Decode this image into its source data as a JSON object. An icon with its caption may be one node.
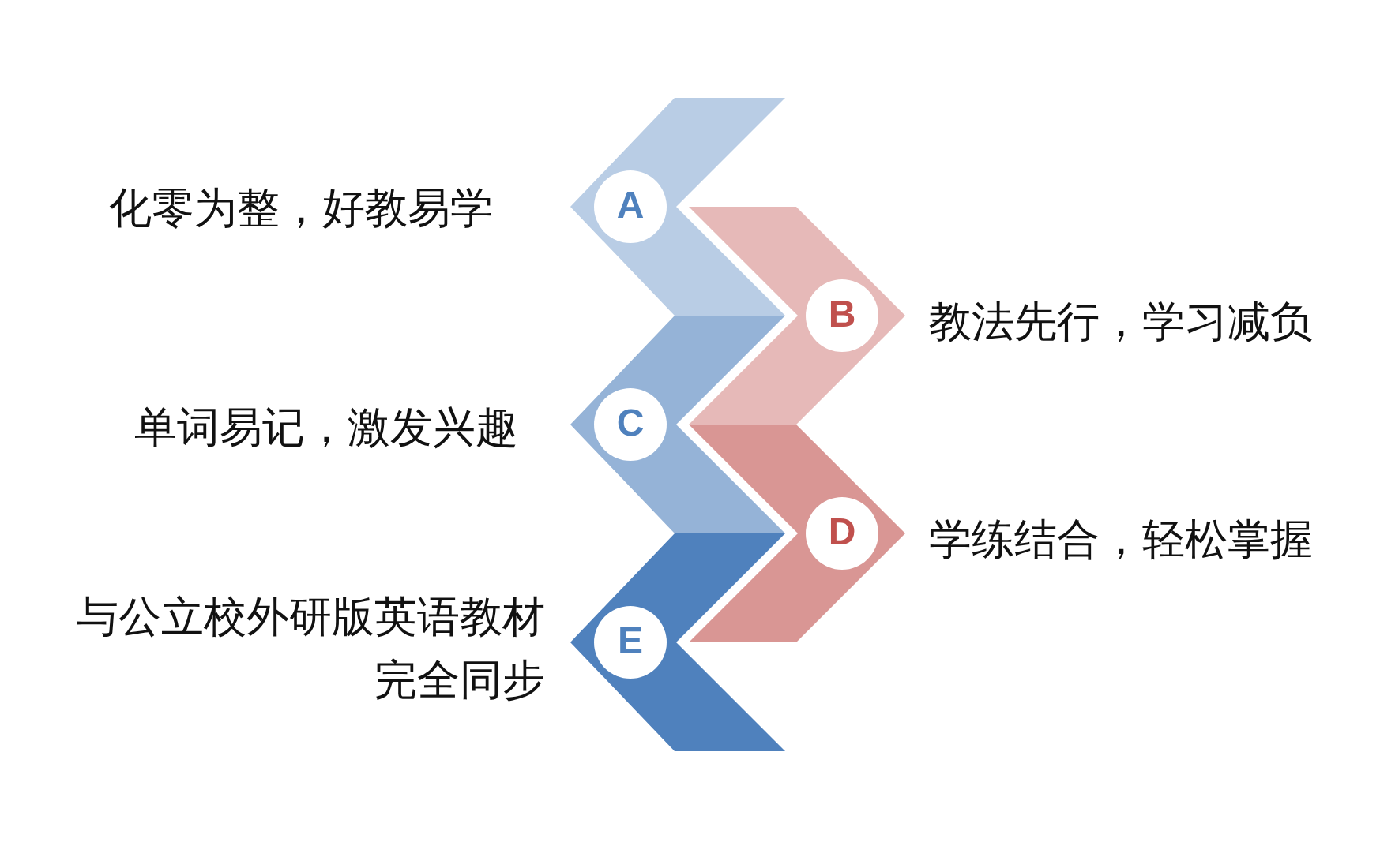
{
  "diagram": {
    "nodes": [
      {
        "text": [
          "A"
        ],
        "beside": [
          "化零为整，好教易学"
        ]
      },
      {
        "text": [
          "B"
        ],
        "beside": [
          "教法先行，学习减负"
        ]
      },
      {
        "text": [
          "C"
        ],
        "beside": [
          "单词易记，激发兴趣"
        ]
      },
      {
        "text": [
          "D"
        ],
        "beside": [
          "学练结合，轻松掌握"
        ]
      },
      {
        "text": [
          "E"
        ],
        "beside": [
          "与公立校外研版英语教材完全同步"
        ]
      }
    ]
  }
}
